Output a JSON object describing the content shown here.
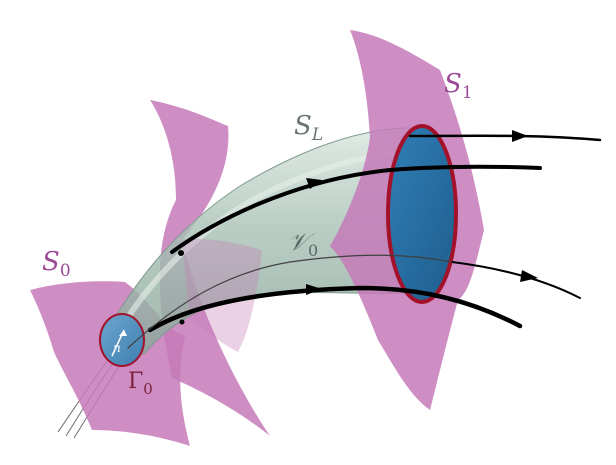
{
  "labels": {
    "s1": {
      "main": "S",
      "sub": "1"
    },
    "sl": {
      "main": "S",
      "sub": "L"
    },
    "s0": {
      "main": "S",
      "sub": "0"
    },
    "v0": {
      "main": "𝒱",
      "sub": "0"
    },
    "g0": {
      "main": "Γ",
      "sub": "0"
    },
    "n": {
      "main": "n"
    }
  },
  "colors": {
    "surface": "#c57ab8",
    "tube": "#b7cfc3",
    "disc": "#2a6fa4",
    "boundary": "#a3122a",
    "flowline": "#000000",
    "label_surface": "#9c4a95",
    "label_dark": "#5c6b66"
  }
}
